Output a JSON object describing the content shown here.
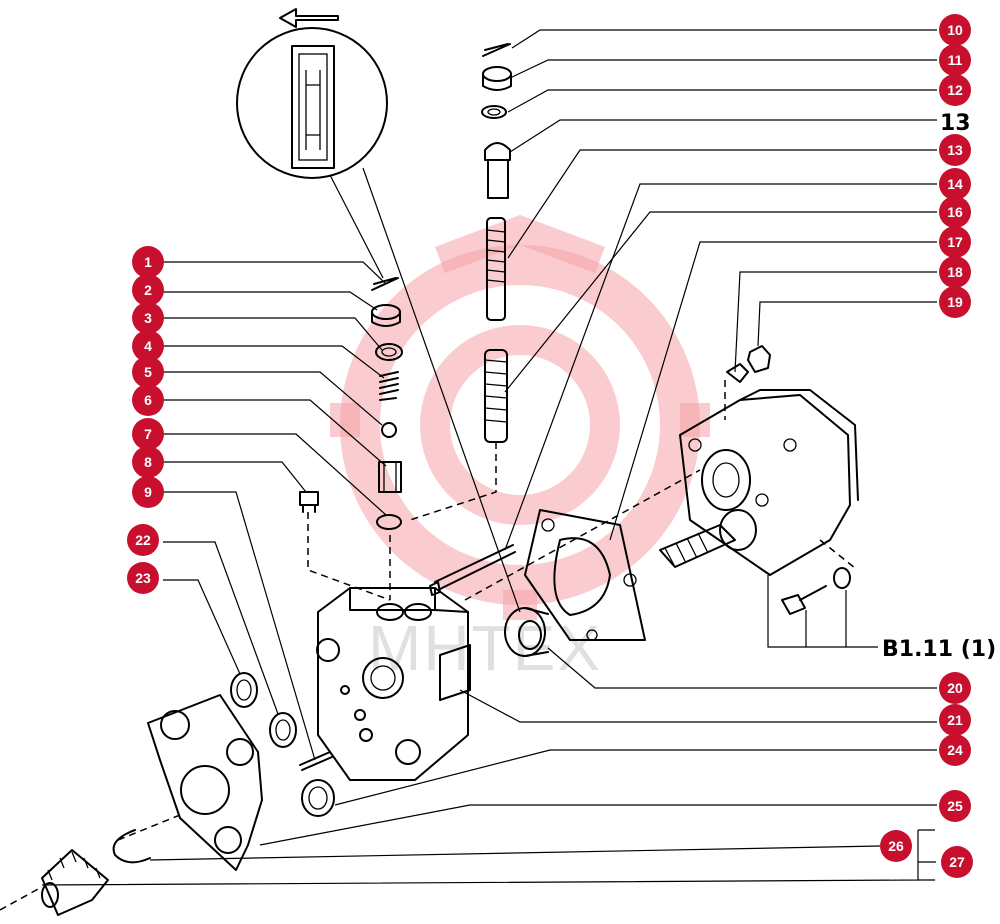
{
  "watermark": {
    "text": "MHTEX"
  },
  "side_labels": {
    "top_ref": "13",
    "bottom_ref": "B1.11 (1)"
  },
  "callouts": [
    "1",
    "2",
    "3",
    "4",
    "5",
    "6",
    "7",
    "8",
    "9",
    "10",
    "11",
    "12",
    "13",
    "14",
    "16",
    "17",
    "18",
    "19",
    "20",
    "21",
    "22",
    "23",
    "24",
    "25",
    "26",
    "27"
  ],
  "colors": {
    "callout": "#c8102e",
    "watermark": "#f5a3a8",
    "ink": "#000000"
  }
}
